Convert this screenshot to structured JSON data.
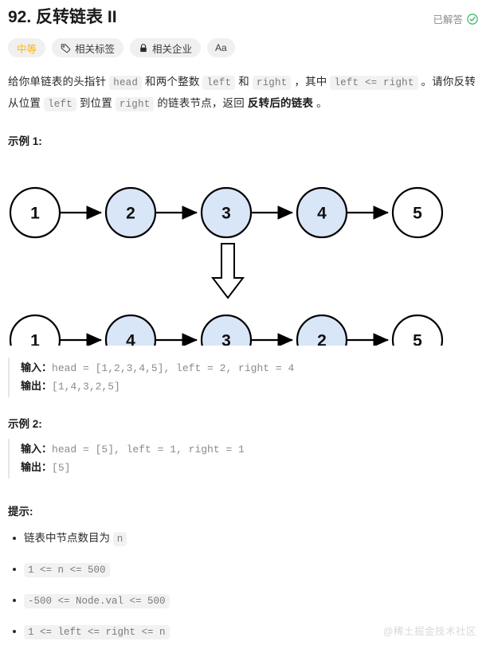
{
  "header": {
    "title": "92. 反转链表 II",
    "status_label": "已解答",
    "status_icon": "check-circle-icon",
    "status_color": "#2db55d"
  },
  "chips": [
    {
      "label": "中等",
      "icon": null,
      "name": "difficulty-chip",
      "color": "#ffb800"
    },
    {
      "label": "相关标签",
      "icon": "tag-icon",
      "name": "related-topics-chip"
    },
    {
      "label": "相关企业",
      "icon": "lock-icon",
      "name": "related-companies-chip"
    },
    {
      "label": "Aa",
      "icon": null,
      "name": "font-size-chip"
    }
  ],
  "description": {
    "p1_a": "给你单链表的头指针 ",
    "c1": "head",
    "p1_b": " 和两个整数 ",
    "c2": "left",
    "p1_c": " 和 ",
    "c3": "right",
    "p1_d": " ，其中 ",
    "c4": "left <= right",
    "p1_e": " 。请你反转从位置 ",
    "c5": "left",
    "p1_f": " 到位置 ",
    "c6": "right",
    "p1_g": " 的链表节点，返回 ",
    "bold1": "反转后的链表",
    "p1_h": " 。"
  },
  "example1": {
    "heading": "示例 1:",
    "input_label": "输入：",
    "input_value": "head = [1,2,3,4,5], left = 2, right = 4",
    "output_label": "输出：",
    "output_value": "[1,4,3,2,5]"
  },
  "example2": {
    "heading": "示例 2:",
    "input_label": "输入：",
    "input_value": "head = [5], left = 1, right = 1",
    "output_label": "输出：",
    "output_value": "[5]"
  },
  "diagram": {
    "type": "linked-list",
    "highlight_fill": "#d9e6f8",
    "plain_fill": "#ffffff",
    "stroke": "#000000",
    "before": {
      "nodes": [
        {
          "value": "1",
          "highlighted": false
        },
        {
          "value": "2",
          "highlighted": true
        },
        {
          "value": "3",
          "highlighted": true
        },
        {
          "value": "4",
          "highlighted": true
        },
        {
          "value": "5",
          "highlighted": false
        }
      ]
    },
    "transform_icon": "down-arrow-icon",
    "after": {
      "nodes": [
        {
          "value": "1",
          "highlighted": false
        },
        {
          "value": "4",
          "highlighted": true
        },
        {
          "value": "3",
          "highlighted": true
        },
        {
          "value": "2",
          "highlighted": true
        },
        {
          "value": "5",
          "highlighted": false
        }
      ]
    }
  },
  "hints": {
    "heading": "提示:",
    "items": [
      {
        "text_before": "链表中节点数目为 ",
        "code": "n",
        "code_only": false
      },
      {
        "text_before": "",
        "code": "1 <= n <= 500",
        "code_only": true
      },
      {
        "text_before": "",
        "code": "-500 <= Node.val <= 500",
        "code_only": true
      },
      {
        "text_before": "",
        "code": "1 <= left <= right <= n",
        "code_only": true
      }
    ]
  },
  "watermark": "@稀土掘金技术社区"
}
